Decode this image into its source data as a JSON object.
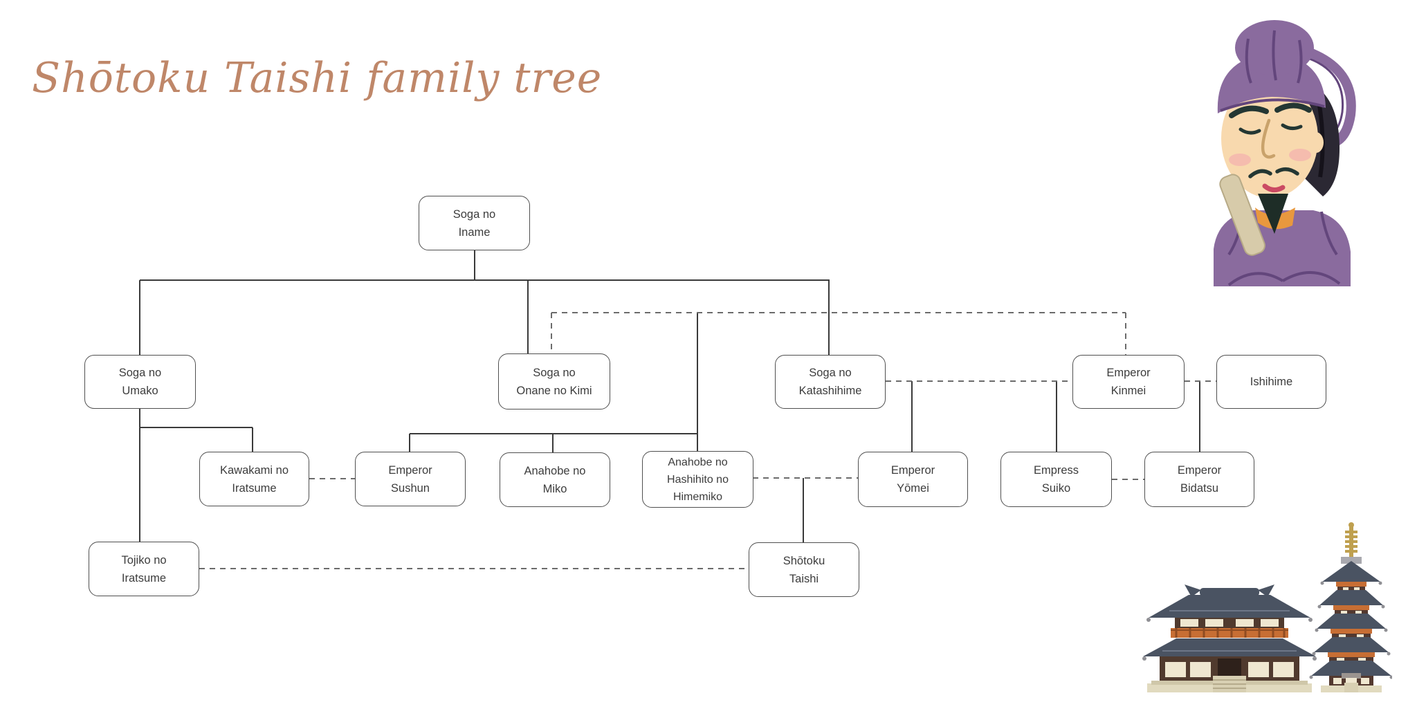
{
  "title": "Shōtoku Taishi family tree",
  "tree": {
    "nodes": {
      "iname": {
        "l1": "Soga no",
        "l2": "Iname"
      },
      "umako": {
        "l1": "Soga no",
        "l2": "Umako"
      },
      "onane": {
        "l1": "Soga no",
        "l2": "Onane no Kimi"
      },
      "katashihime": {
        "l1": "Soga no",
        "l2": "Katashihime"
      },
      "kinmei": {
        "l1": "Emperor",
        "l2": "Kinmei"
      },
      "ishihime": {
        "l1": "Ishihime"
      },
      "kawakami": {
        "l1": "Kawakami no",
        "l2": "Iratsume"
      },
      "sushun": {
        "l1": "Emperor",
        "l2": "Sushun"
      },
      "miko": {
        "l1": "Anahobe no",
        "l2": "Miko"
      },
      "hashihito": {
        "l1": "Anahobe no",
        "l2": "Hashihito no",
        "l3": "Himemiko"
      },
      "yomei": {
        "l1": "Emperor",
        "l2": "Yōmei"
      },
      "suiko": {
        "l1": "Empress",
        "l2": "Suiko"
      },
      "bidatsu": {
        "l1": "Emperor",
        "l2": "Bidatsu"
      },
      "tojiko": {
        "l1": "Tojiko no",
        "l2": "Iratsume"
      },
      "shotoku": {
        "l1": "Shōtoku",
        "l2": "Taishi"
      }
    }
  },
  "illustrations": {
    "portrait": "shotoku-taishi-portrait",
    "temple": "horyuji-temple-and-pagoda"
  },
  "colors": {
    "title_accent": "#bf8769",
    "line_solid": "#3a3a3a",
    "line_dashed": "#6b6b6b",
    "box_border": "#4f4f4f",
    "robe_purple": "#8a6b9e",
    "roof_slate": "#4a5362",
    "railing_orange": "#c76e34"
  }
}
